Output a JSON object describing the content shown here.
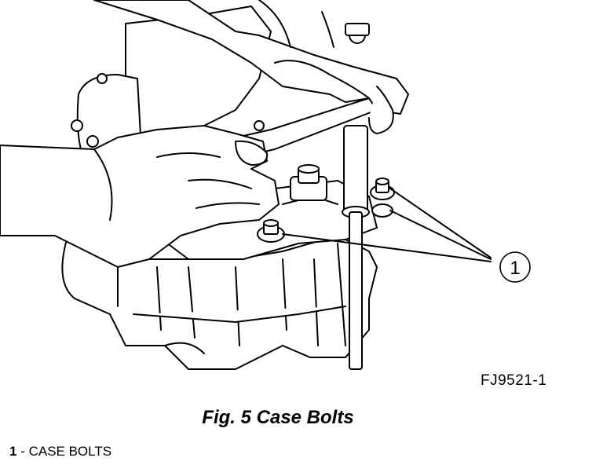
{
  "figure": {
    "code": "FJ9521-1",
    "caption": "Fig. 5 Case Bolts"
  },
  "callouts": [
    {
      "number": "1",
      "label": "CASE BOLTS"
    }
  ],
  "legend": {
    "separator": " - "
  },
  "colors": {
    "line": "#000000",
    "background": "#ffffff"
  }
}
